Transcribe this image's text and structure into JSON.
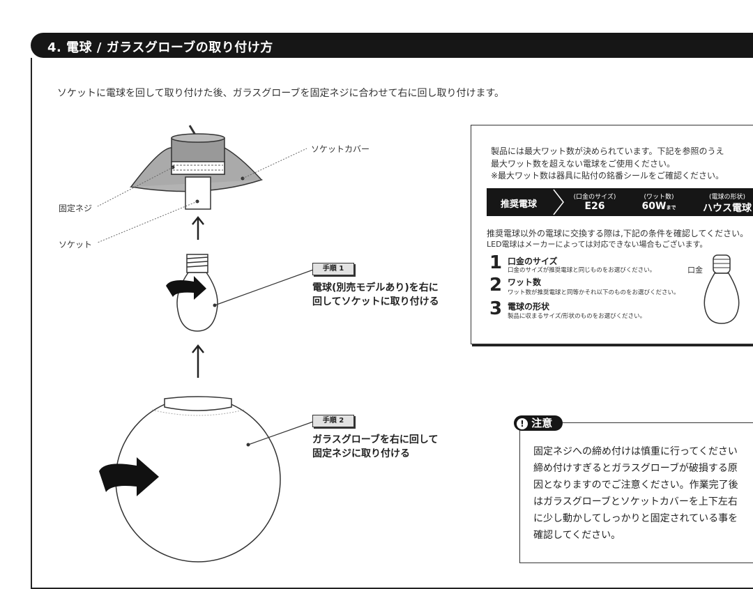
{
  "header": {
    "title": "4. 電球 / ガラスグローブの取り付け方"
  },
  "intro": "ソケットに電球を回して取り付けた後、ガラスグローブを固定ネジに合わせて右に回し取り付けます。",
  "labels": {
    "socket_cover": "ソケットカバー",
    "fixing_screw": "固定ネジ",
    "socket": "ソケット"
  },
  "steps": [
    {
      "tag": "手順 1",
      "lines": [
        "電球(別売モデルあり)を右に",
        "回してソケットに取り付ける"
      ]
    },
    {
      "tag": "手順 2",
      "lines": [
        "ガラスグローブを右に回して",
        "固定ネジに取り付ける"
      ]
    }
  ],
  "info": {
    "lines": [
      "製品には最大ワット数が決められています。下記を参照のうえ",
      "最大ワット数を超えない電球をご使用ください。",
      "※最大ワット数は器具に貼付の銘番シールをご確認ください。"
    ],
    "recommended": {
      "label": "推奨電球",
      "columns": [
        {
          "head": "(口金のサイズ)",
          "value": "E26"
        },
        {
          "head": "(ワット数)",
          "value": "60W",
          "suffix": "まで"
        },
        {
          "head": "(電球の形状)",
          "value": "ハウス電球"
        }
      ]
    },
    "notes": [
      "推奨電球以外の電球に交換する際は,下記の条件を確認してください。",
      "LED電球はメーカーによっては対応できない場合もございます。"
    ],
    "conditions": [
      {
        "num": "1",
        "title": "口金のサイズ",
        "desc": "口金のサイズが推奨電球と同じものをお選びください。"
      },
      {
        "num": "2",
        "title": "ワット数",
        "desc": "ワット数が推奨電球と同等かそれ以下のものをお選びください。"
      },
      {
        "num": "3",
        "title": "電球の形状",
        "desc": "製品に収まるサイズ/形状のものをお選びください。"
      }
    ],
    "bulb_label": "口金"
  },
  "caution": {
    "title": "注意",
    "lines": [
      "固定ネジへの締め付けは慎重に行ってください",
      "締め付けすぎるとガラスグローブが破損する原",
      "因となりますのでご注意ください。作業完了後",
      "はガラスグローブとソケットカバーを上下左右",
      "に少し動かしてしっかりと固定されている事を",
      "確認してください。"
    ]
  }
}
